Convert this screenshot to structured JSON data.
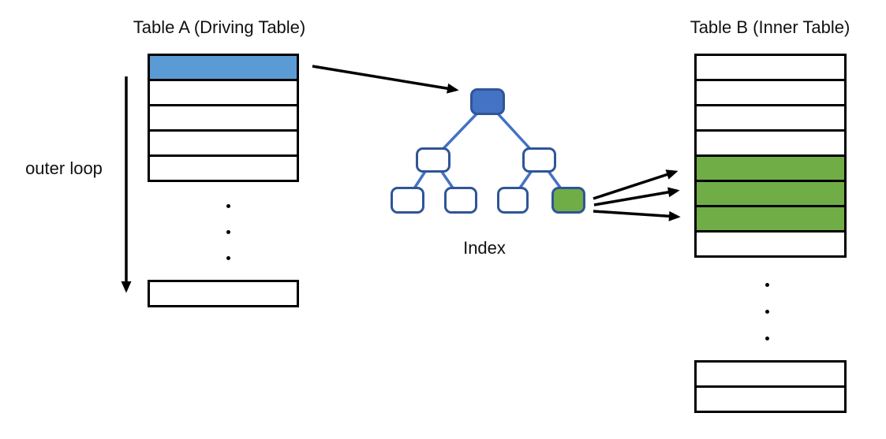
{
  "labels": {
    "outer_loop": "outer loop",
    "index": "Index"
  },
  "table_a": {
    "title": "Table A (Driving Table)",
    "rows": [
      "active",
      "normal",
      "normal",
      "normal",
      "normal"
    ],
    "ellipsis_dots": 3,
    "tail_rows": [
      "normal"
    ]
  },
  "table_b": {
    "title": "Table B (Inner Table)",
    "rows": [
      "normal",
      "normal",
      "normal",
      "normal",
      "match",
      "match",
      "match",
      "normal"
    ],
    "ellipsis_dots": 3,
    "tail_rows": [
      "normal",
      "normal"
    ]
  },
  "tree": {
    "nodes": [
      {
        "id": "root",
        "state": "filled"
      },
      {
        "id": "internal-left",
        "state": "empty"
      },
      {
        "id": "internal-right",
        "state": "empty"
      },
      {
        "id": "leaf-1",
        "state": "empty"
      },
      {
        "id": "leaf-2",
        "state": "empty"
      },
      {
        "id": "leaf-3",
        "state": "empty"
      },
      {
        "id": "leaf-4",
        "state": "found"
      }
    ]
  },
  "colors": {
    "active_row": "#5B9BD5",
    "match_row": "#70AD47",
    "root_fill": "#4472C4",
    "found_fill": "#70AD47",
    "node_fill": "#FFFFFF",
    "node_border": "#2F5597",
    "tree_edge": "#4472C4",
    "table_border": "#000000",
    "arrow": "#000000"
  }
}
